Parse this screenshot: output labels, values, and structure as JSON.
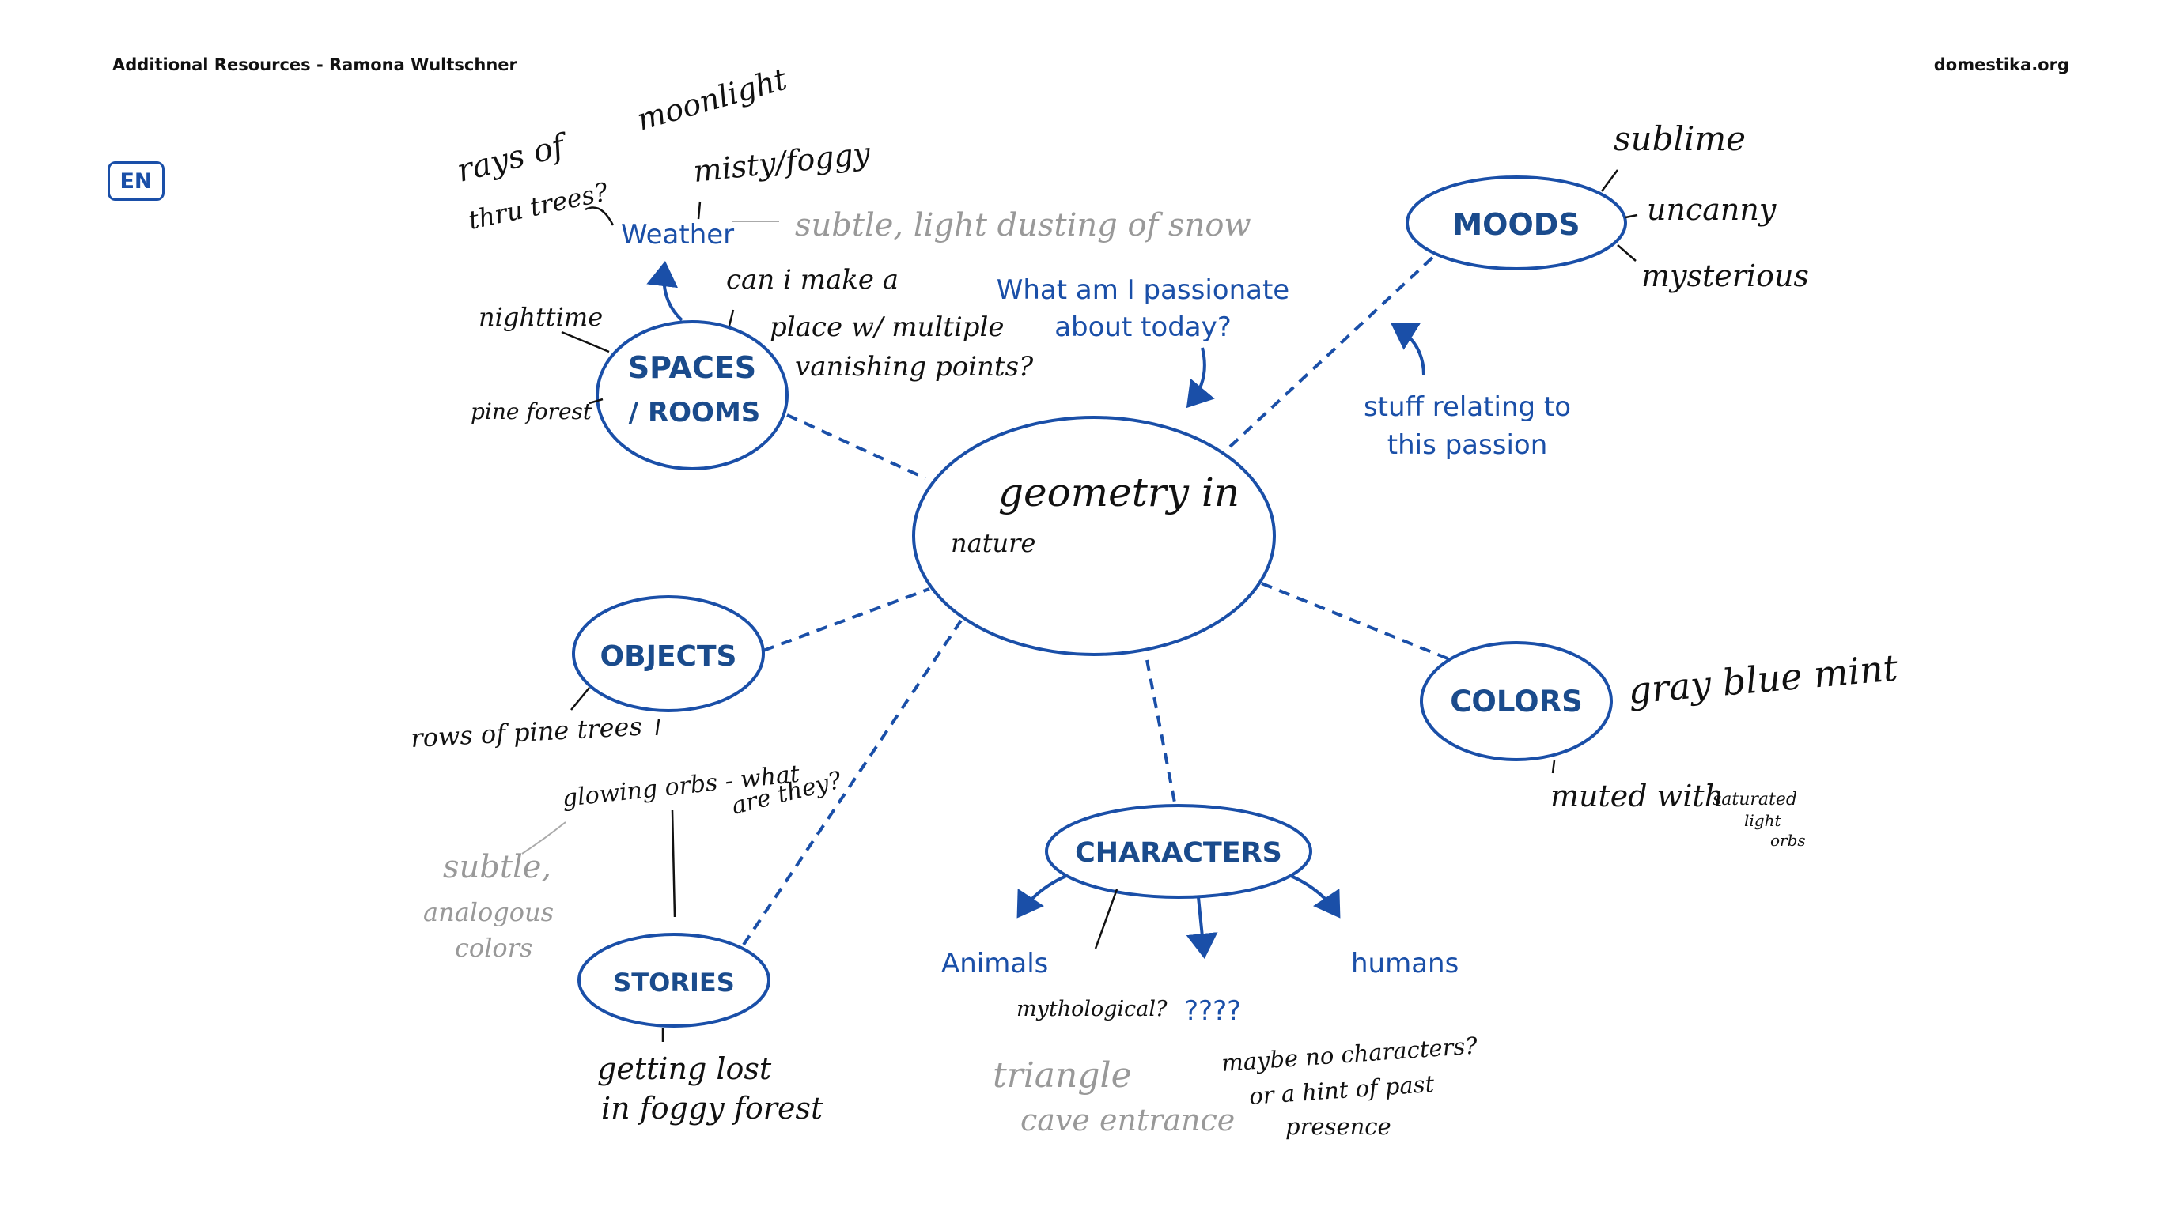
{
  "header": {
    "left": "Additional Resources - Ramona Wultschner",
    "right": "domestika.org"
  },
  "lang": "EN",
  "center": {
    "line1": "geometry in",
    "line2": "nature"
  },
  "nodes": {
    "spaces": {
      "line1": "SPACES",
      "line2": "/ ROOMS"
    },
    "moods": "MOODS",
    "objects": "OBJECTS",
    "colors": "COLORS",
    "characters": "CHARACTERS",
    "stories": "STORIES"
  },
  "blue_notes": {
    "weather": "Weather",
    "passion_q1": "What am I passionate",
    "passion_q2": "about today?",
    "stuff1": "stuff relating to",
    "stuff2": "this passion",
    "animals": "Animals",
    "humans": "humans",
    "question": "????"
  },
  "notes": {
    "rays1": "rays of",
    "rays2": "moonlight",
    "thru": "thru trees?",
    "misty": "misty/foggy",
    "subtle_snow": "subtle, light dusting of snow",
    "make1": "can i make a",
    "make2": "place w/ multiple",
    "make3": "vanishing points?",
    "nighttime": "nighttime",
    "pine_forest": "pine forest",
    "sublime": "sublime",
    "uncanny": "uncanny",
    "mysterious": "mysterious",
    "rows": "rows of pine trees",
    "orbs1": "glowing orbs - what",
    "orbs2": "are they?",
    "subtle1": "subtle,",
    "subtle2": "analogous",
    "subtle3": "colors",
    "gray": "gray blue mint",
    "muted": "muted with",
    "saturated1": "saturated",
    "saturated2": "light",
    "saturated3": "orbs",
    "mythological": "mythological?",
    "triangle": "triangle",
    "cave": "cave entrance",
    "maybe1": "maybe no characters?",
    "maybe2": "or a hint of past",
    "maybe3": "presence",
    "lost1": "getting lost",
    "lost2": "in foggy forest"
  },
  "colors": {
    "accent": "#1a4fa8",
    "label": "#1a4b8c",
    "ink": "#111111",
    "pencil": "#999999"
  }
}
